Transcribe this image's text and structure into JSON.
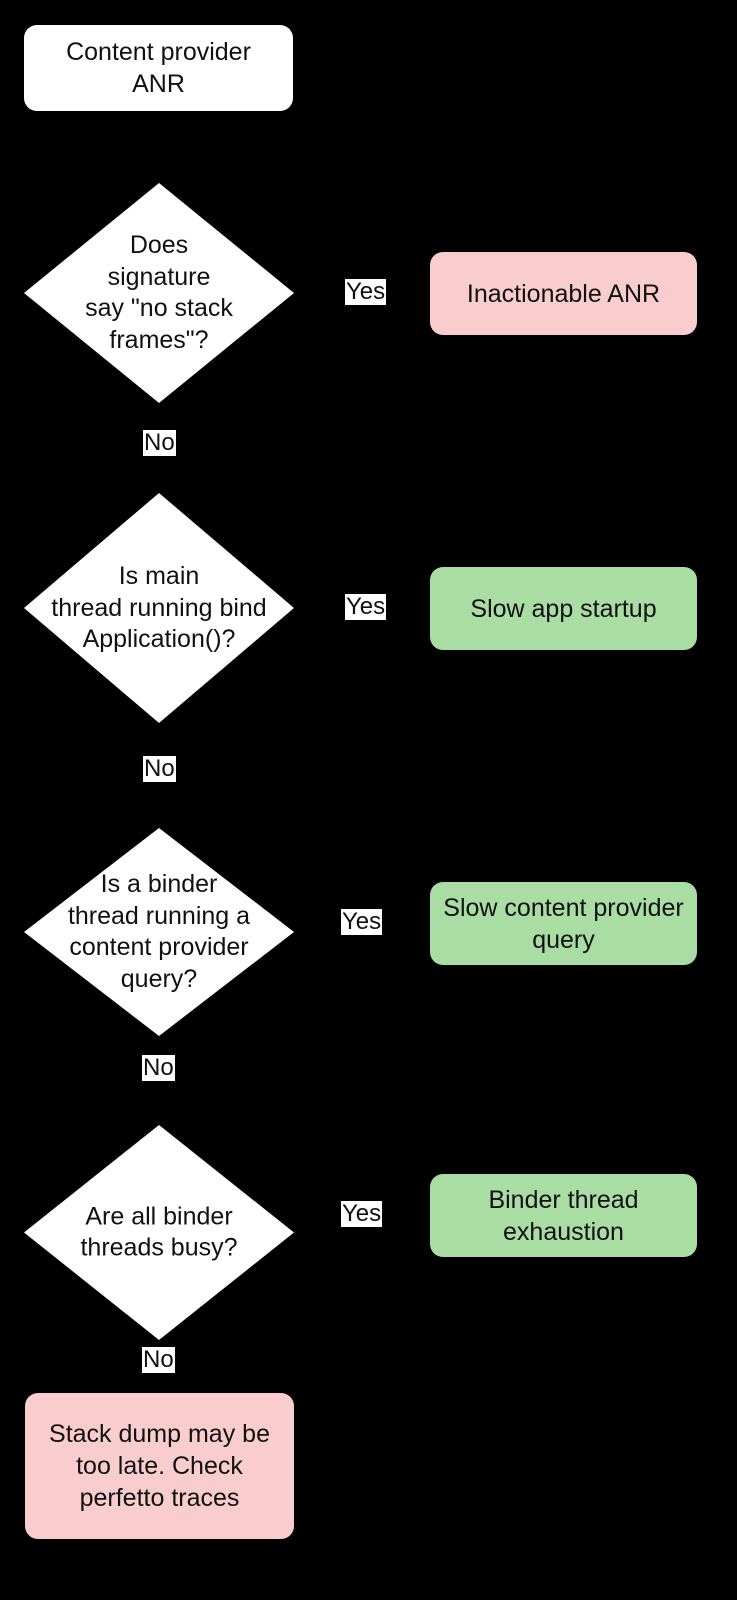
{
  "diagram": {
    "title": "Content provider ANR triage flowchart",
    "background_color": "#000000",
    "colors": {
      "start_fill": "#ffffff",
      "decision_fill": "#ffffff",
      "negative_fill": "#f9ccce",
      "positive_fill": "#a9dda4",
      "text": "#111111",
      "edge_label_fill": "#ffffff"
    },
    "nodes": {
      "start": {
        "label": "Content provider\nANR",
        "shape": "rounded-rect",
        "fill": "#ffffff"
      },
      "decision_1": {
        "label": "Does\nsignature\nsay \"no stack\nframes\"?",
        "shape": "diamond",
        "fill": "#ffffff"
      },
      "outcome_1": {
        "label": "Inactionable ANR",
        "shape": "rounded-rect",
        "fill": "#f9ccce"
      },
      "decision_2": {
        "label": "Is main\nthread running bind\nApplication()?",
        "shape": "diamond",
        "fill": "#ffffff"
      },
      "outcome_2": {
        "label": "Slow app startup",
        "shape": "rounded-rect",
        "fill": "#a9dda4"
      },
      "decision_3": {
        "label": "Is a binder\nthread running a\ncontent provider\nquery?",
        "shape": "diamond",
        "fill": "#ffffff"
      },
      "outcome_3": {
        "label": "Slow content provider\nquery",
        "shape": "rounded-rect",
        "fill": "#a9dda4"
      },
      "decision_4": {
        "label": "Are all binder\nthreads busy?",
        "shape": "diamond",
        "fill": "#ffffff"
      },
      "outcome_4": {
        "label": "Binder thread\nexhaustion",
        "shape": "rounded-rect",
        "fill": "#a9dda4"
      },
      "outcome_5": {
        "label": "Stack dump may be\ntoo late. Check\nperfetto traces",
        "shape": "rounded-rect",
        "fill": "#f9ccce"
      }
    },
    "edge_labels": {
      "yes_1": "Yes",
      "no_1": "No",
      "yes_2": "Yes",
      "no_2": "No",
      "yes_3": "Yes",
      "no_3": "No",
      "yes_4": "Yes",
      "no_4": "No"
    }
  }
}
